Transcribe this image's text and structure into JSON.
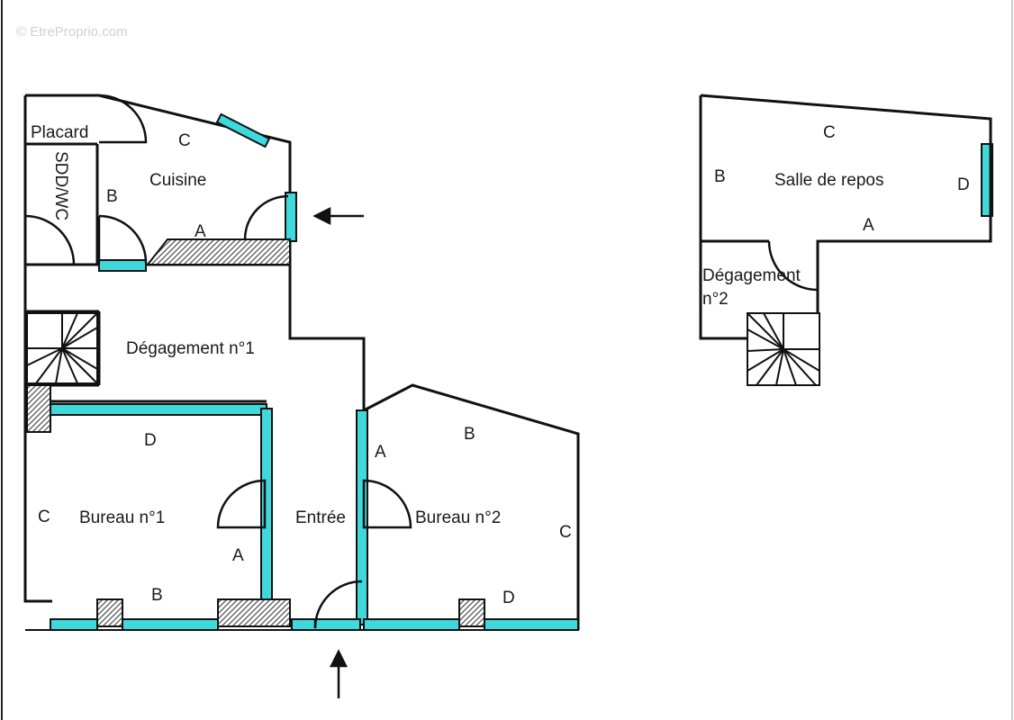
{
  "watermark": "© EtreProprio.com",
  "colors": {
    "wall": "#111111",
    "window": "#3fd9dc",
    "hatch": "#555555"
  },
  "rooms": {
    "placard": "Placard",
    "sddwc": "SDD/WC",
    "cuisine": "Cuisine",
    "degagement1": "Dégagement n°1",
    "bureau1": "Bureau n°1",
    "entree": "Entrée",
    "bureau2": "Bureau n°2",
    "salle_repos": "Salle de repos",
    "degagement2_line1": "Dégagement",
    "degagement2_line2": "n°2"
  },
  "wall_letters": {
    "cuisine_c": "C",
    "cuisine_b": "B",
    "cuisine_a": "A",
    "bureau1_d": "D",
    "bureau1_c": "C",
    "bureau1_a": "A",
    "bureau1_b": "B",
    "bureau2_b": "B",
    "bureau2_a": "A",
    "bureau2_c": "C",
    "bureau2_d": "D",
    "repos_c": "C",
    "repos_b": "B",
    "repos_d": "D",
    "repos_a": "A"
  },
  "icons": {
    "entrance_arrow": "arrow-up-icon",
    "side_arrow": "arrow-left-icon",
    "stairs": "spiral-staircase-icon"
  }
}
